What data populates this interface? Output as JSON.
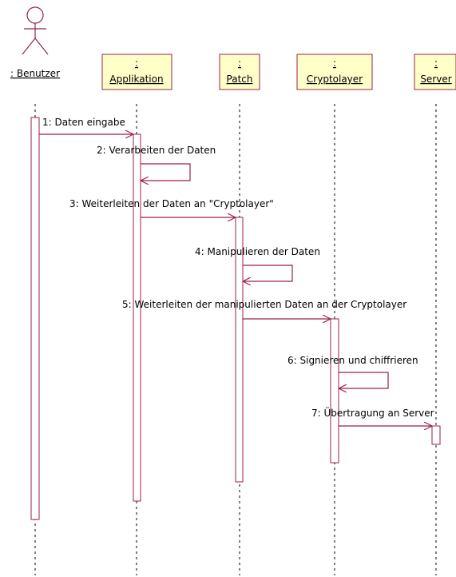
{
  "colors": {
    "line": "#9c1f4a",
    "box_fill": "#ffffc8",
    "text": "#000000"
  },
  "actor": {
    "label": ": Benutzer",
    "icon": "stick-figure-icon"
  },
  "objects": [
    {
      "id": "applikation",
      "top": ":",
      "name": "Applikation"
    },
    {
      "id": "patch",
      "top": ":",
      "name": "Patch"
    },
    {
      "id": "cryptolayer",
      "top": ":",
      "name": "Cryptolayer"
    },
    {
      "id": "server",
      "top": ":",
      "name": "Server"
    }
  ],
  "messages": [
    "1: Daten eingabe",
    "2: Verarbeiten der Daten",
    "3: Weiterleiten der Daten an \"Cryptolayer\"",
    "4: Manipulieren der Daten",
    "5: Weiterleiten der manipulierten Daten an der Cryptolayer",
    "6: Signieren und chiffrieren",
    "7: Übertragung an Server"
  ]
}
